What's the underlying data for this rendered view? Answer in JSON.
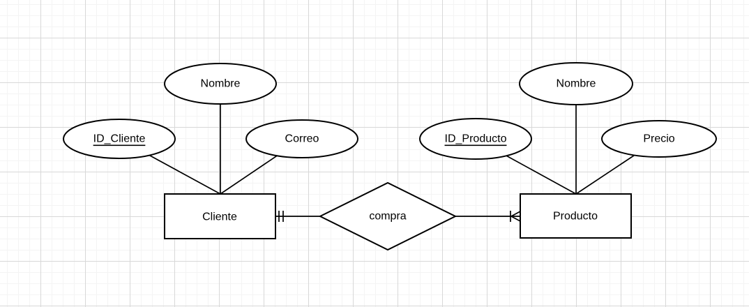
{
  "canvas": {
    "background_color": "#ffffff",
    "grid_minor_color": "#f4f4f4",
    "grid_major_color": "#d8d8d8",
    "shape_fill_color": "#ffffff",
    "stroke_color": "#000000",
    "text_color": "#000000"
  },
  "diagram": {
    "type": "entity-relationship",
    "entities": [
      {
        "name": "Cliente",
        "attributes": [
          {
            "label": "ID_Cliente",
            "is_key": true
          },
          {
            "label": "Nombre",
            "is_key": false
          },
          {
            "label": "Correo",
            "is_key": false
          }
        ]
      },
      {
        "name": "Producto",
        "attributes": [
          {
            "label": "ID_Producto",
            "is_key": true
          },
          {
            "label": "Nombre",
            "is_key": false
          },
          {
            "label": "Precio",
            "is_key": false
          }
        ]
      }
    ],
    "relationship": {
      "label": "compra",
      "cliente_end_notation": "exactly-one-double-tick",
      "producto_end_notation": "many-crow-foot-with-tick"
    }
  }
}
